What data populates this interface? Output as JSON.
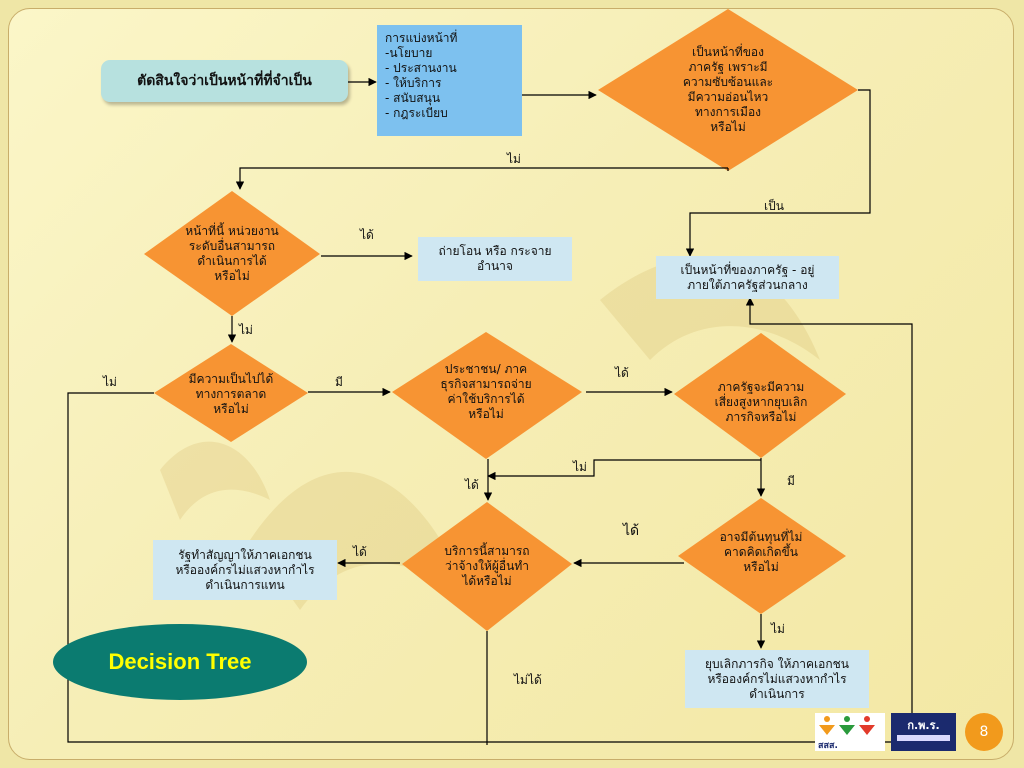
{
  "start_label": "ตัดสินใจว่าเป็นหน้าที่ที่จำเป็น",
  "functions_box": "การแบ่งหน้าที่\n-นโยบาย\n- ประสานงาน\n- ให้บริการ\n- สนับสนุน\n- กฎระเบียบ",
  "diamonds": {
    "govt_role": "เป็นหน้าที่ของ\nภาครัฐ เพราะมี\nความซับซ้อนและ\nมีความอ่อนไหว\nทางการเมือง\nหรือไม่",
    "other_agency": "หน้าที่นี้ หน่วยงาน\nระดับอื่นสามารถ\nดำเนินการได้\nหรือไม่",
    "market": "มีความเป็นไปได้\nทางการตลาด\nหรือไม่",
    "private_pay": "ประชาชน/ ภาค\nธุรกิจสามารถจ่าย\nค่าใช้บริการได้\nหรือไม่",
    "risk": "ภาครัฐจะมีความ\nเสี่ยงสูงหากยุบเลิก\nภารกิจหรือไม่",
    "outsource": "บริการนี้สามารถ\nว่าจ้างให้ผู้อื่นทำ\nได้หรือไม่",
    "sunk_cost": "อาจมีต้นทุนที่ไม่\nคาดคิดเกิดขึ้น\nหรือไม่"
  },
  "boxes": {
    "transfer": "ถ่ายโอน หรือ กระจาย\nอำนาจ",
    "central": "เป็นหน้าที่ของภาครัฐ - อยู่\nภายใต้ภาครัฐส่วนกลาง",
    "contract": "รัฐทำสัญญาให้ภาคเอกชน\nหรือองค์กรไม่แสวงหากำไร\nดำเนินการแทน",
    "abolish": "ยุบเลิกภารกิจ ให้ภาคเอกชน\nหรือองค์กรไม่แสวงหากำไร\nดำเนินการ"
  },
  "edge_labels": {
    "no_1": "ไม่",
    "yes_is": "เป็น",
    "can_1": "ได้",
    "no_2": "ไม่",
    "no_3": "ไม่",
    "have_1": "มี",
    "can_2": "ได้",
    "no_4": "ไม่",
    "can_3": "ได้",
    "have_2": "มี",
    "can_4": "ได้",
    "can_5": "ได้",
    "no_5": "ไม่",
    "cannot": "ไม่ได้"
  },
  "badge": "Decision Tree",
  "logo_left": "สสส.",
  "logo_right": "ก.พ.ร.",
  "page_number": "8",
  "colors": {
    "diamond": "#f79433",
    "box": "#cfe7f2",
    "list": "#7dc1ef",
    "badge": "#0b7b70",
    "badge_text": "#ffff00"
  }
}
